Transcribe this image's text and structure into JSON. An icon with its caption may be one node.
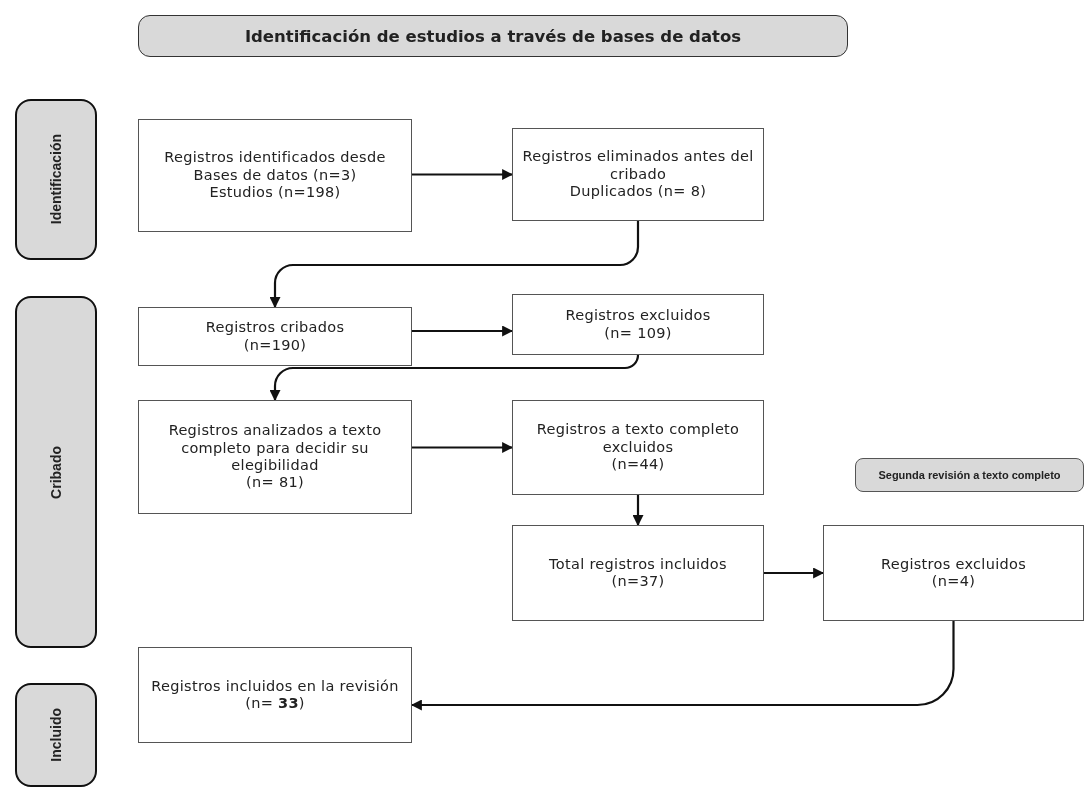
{
  "diagram": {
    "nodes": [
      {
        "text": [
          "Identificación de estudios a través de bases de datos"
        ]
      },
      {
        "text": [
          "Identificación"
        ]
      },
      {
        "text": [
          "Cribado"
        ]
      },
      {
        "text": [
          "Incluido"
        ]
      },
      {
        "text": [
          "Segunda revisión a texto completo"
        ]
      },
      {
        "text": [
          "Registros identificados desde",
          "Bases de datos (n=3)",
          "Estudios (n=198)"
        ]
      },
      {
        "text": [
          "Registros eliminados antes del cribado",
          "Duplicados (n= 8)"
        ]
      },
      {
        "text": [
          "Registros cribados",
          "(n=190)"
        ]
      },
      {
        "text": [
          "Registros excluidos",
          "(n= 109)"
        ]
      },
      {
        "text": [
          "Registros analizados a texto completo para decidir su elegibilidad",
          "(n= 81)"
        ]
      },
      {
        "text": [
          "Registros a texto completo excluidos",
          "(n=44)"
        ]
      },
      {
        "text": [
          "Total registros incluidos",
          "(n=37)"
        ]
      },
      {
        "text": [
          "Registros excluidos",
          "(n=4)"
        ]
      },
      {
        "text": [
          "Registros incluidos en la revisión",
          "(n= **33**)"
        ]
      }
    ],
    "edges": [
      {
        "from": 5,
        "to": 6,
        "arrow": "to"
      },
      {
        "from": 6,
        "to": 7,
        "arrow": "to"
      },
      {
        "from": 7,
        "to": 8,
        "arrow": "to"
      },
      {
        "from": 8,
        "to": 9,
        "arrow": "to"
      },
      {
        "from": 9,
        "to": 10,
        "arrow": "to"
      },
      {
        "from": 10,
        "to": 11,
        "arrow": "to"
      },
      {
        "from": 11,
        "to": 12,
        "arrow": "to"
      },
      {
        "from": 12,
        "to": 13,
        "arrow": "to"
      }
    ]
  }
}
